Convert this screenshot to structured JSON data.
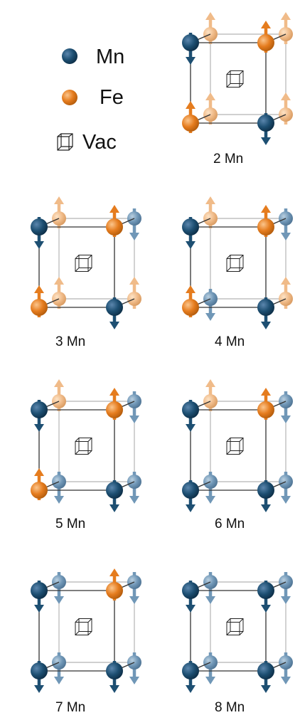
{
  "legend": {
    "mn_label": "Mn",
    "fe_label": "Fe",
    "vac_label": "Vac"
  },
  "colors": {
    "mn": "#1d4f72",
    "mn_light": "#7097b7",
    "fe": "#e57c1e",
    "fe_light": "#f0bb89",
    "edge": "#333333"
  },
  "cells": [
    {
      "label": "2 Mn",
      "atoms": [
        {
          "pos": "front-top-left",
          "element": "Mn",
          "spin": "down"
        },
        {
          "pos": "front-top-right",
          "element": "Fe",
          "spin": "up"
        },
        {
          "pos": "front-bottom-left",
          "element": "Fe",
          "spin": "up"
        },
        {
          "pos": "front-bottom-right",
          "element": "Mn",
          "spin": "down"
        },
        {
          "pos": "back-top-left",
          "element": "Fe",
          "spin": "up"
        },
        {
          "pos": "back-top-right",
          "element": "Fe",
          "spin": "up"
        },
        {
          "pos": "back-bottom-left",
          "element": "Fe",
          "spin": "up"
        },
        {
          "pos": "back-bottom-right",
          "element": "Fe",
          "spin": "up"
        }
      ]
    },
    {
      "label": "3 Mn",
      "atoms": [
        {
          "pos": "front-top-left",
          "element": "Mn",
          "spin": "down"
        },
        {
          "pos": "front-top-right",
          "element": "Fe",
          "spin": "up"
        },
        {
          "pos": "front-bottom-left",
          "element": "Fe",
          "spin": "up"
        },
        {
          "pos": "front-bottom-right",
          "element": "Mn",
          "spin": "down"
        },
        {
          "pos": "back-top-left",
          "element": "Fe",
          "spin": "up"
        },
        {
          "pos": "back-top-right",
          "element": "Mn",
          "spin": "down"
        },
        {
          "pos": "back-bottom-left",
          "element": "Fe",
          "spin": "up"
        },
        {
          "pos": "back-bottom-right",
          "element": "Fe",
          "spin": "up"
        }
      ]
    },
    {
      "label": "4 Mn",
      "atoms": [
        {
          "pos": "front-top-left",
          "element": "Mn",
          "spin": "down"
        },
        {
          "pos": "front-top-right",
          "element": "Fe",
          "spin": "up"
        },
        {
          "pos": "front-bottom-left",
          "element": "Fe",
          "spin": "up"
        },
        {
          "pos": "front-bottom-right",
          "element": "Mn",
          "spin": "down"
        },
        {
          "pos": "back-top-left",
          "element": "Fe",
          "spin": "up"
        },
        {
          "pos": "back-top-right",
          "element": "Mn",
          "spin": "down"
        },
        {
          "pos": "back-bottom-left",
          "element": "Mn",
          "spin": "down"
        },
        {
          "pos": "back-bottom-right",
          "element": "Fe",
          "spin": "up"
        }
      ]
    },
    {
      "label": "5 Mn",
      "atoms": [
        {
          "pos": "front-top-left",
          "element": "Mn",
          "spin": "down"
        },
        {
          "pos": "front-top-right",
          "element": "Fe",
          "spin": "up"
        },
        {
          "pos": "front-bottom-left",
          "element": "Fe",
          "spin": "up"
        },
        {
          "pos": "front-bottom-right",
          "element": "Mn",
          "spin": "down"
        },
        {
          "pos": "back-top-left",
          "element": "Fe",
          "spin": "up"
        },
        {
          "pos": "back-top-right",
          "element": "Mn",
          "spin": "down"
        },
        {
          "pos": "back-bottom-left",
          "element": "Mn",
          "spin": "down"
        },
        {
          "pos": "back-bottom-right",
          "element": "Mn",
          "spin": "down"
        }
      ]
    },
    {
      "label": "6 Mn",
      "atoms": [
        {
          "pos": "front-top-left",
          "element": "Mn",
          "spin": "down"
        },
        {
          "pos": "front-top-right",
          "element": "Fe",
          "spin": "up"
        },
        {
          "pos": "front-bottom-left",
          "element": "Mn",
          "spin": "down"
        },
        {
          "pos": "front-bottom-right",
          "element": "Mn",
          "spin": "down"
        },
        {
          "pos": "back-top-left",
          "element": "Fe",
          "spin": "up"
        },
        {
          "pos": "back-top-right",
          "element": "Mn",
          "spin": "down"
        },
        {
          "pos": "back-bottom-left",
          "element": "Mn",
          "spin": "down"
        },
        {
          "pos": "back-bottom-right",
          "element": "Mn",
          "spin": "down"
        }
      ]
    },
    {
      "label": "7 Mn",
      "atoms": [
        {
          "pos": "front-top-left",
          "element": "Mn",
          "spin": "down"
        },
        {
          "pos": "front-top-right",
          "element": "Fe",
          "spin": "up"
        },
        {
          "pos": "front-bottom-left",
          "element": "Mn",
          "spin": "down"
        },
        {
          "pos": "front-bottom-right",
          "element": "Mn",
          "spin": "down"
        },
        {
          "pos": "back-top-left",
          "element": "Mn",
          "spin": "down"
        },
        {
          "pos": "back-top-right",
          "element": "Mn",
          "spin": "down"
        },
        {
          "pos": "back-bottom-left",
          "element": "Mn",
          "spin": "down"
        },
        {
          "pos": "back-bottom-right",
          "element": "Mn",
          "spin": "down"
        }
      ]
    },
    {
      "label": "8 Mn",
      "atoms": [
        {
          "pos": "front-top-left",
          "element": "Mn",
          "spin": "down"
        },
        {
          "pos": "front-top-right",
          "element": "Mn",
          "spin": "down"
        },
        {
          "pos": "front-bottom-left",
          "element": "Mn",
          "spin": "down"
        },
        {
          "pos": "front-bottom-right",
          "element": "Mn",
          "spin": "down"
        },
        {
          "pos": "back-top-left",
          "element": "Mn",
          "spin": "down"
        },
        {
          "pos": "back-top-right",
          "element": "Mn",
          "spin": "down"
        },
        {
          "pos": "back-bottom-left",
          "element": "Mn",
          "spin": "down"
        },
        {
          "pos": "back-bottom-right",
          "element": "Mn",
          "spin": "down"
        }
      ]
    }
  ]
}
